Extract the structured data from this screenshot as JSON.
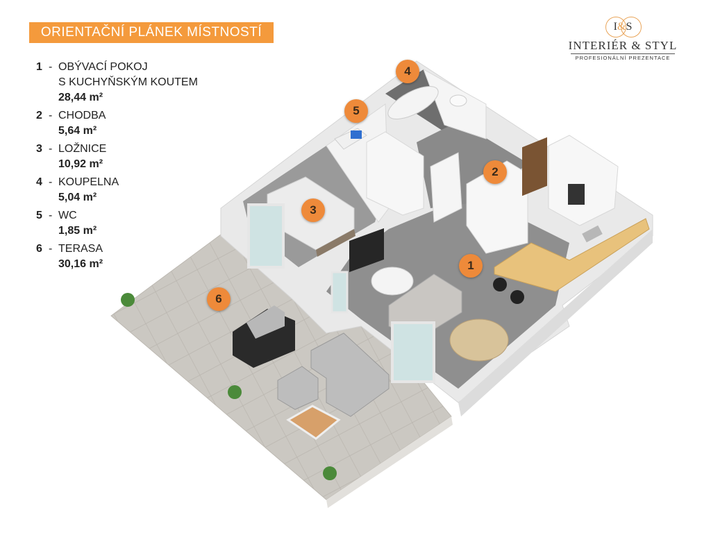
{
  "title": "ORIENTAČNÍ PLÁNEK MÍSTNOSTÍ",
  "logo": {
    "monogram_left": "I",
    "monogram_right": "S",
    "monogram_amp": "&",
    "name": "INTERIÉR & STYL",
    "tagline": "PROFESIONÁLNÍ PREZENTACE"
  },
  "rooms": [
    {
      "number": "1",
      "name": "OBÝVACÍ POKOJ",
      "subname": "S KUCHYŇSKÝM KOUTEM",
      "area": "28,44 m²"
    },
    {
      "number": "2",
      "name": "CHODBA",
      "subname": "",
      "area": "5,64 m²"
    },
    {
      "number": "3",
      "name": "LOŽNICE",
      "subname": "",
      "area": "10,92 m²"
    },
    {
      "number": "4",
      "name": "KOUPELNA",
      "subname": "",
      "area": "5,04 m²"
    },
    {
      "number": "5",
      "name": "WC",
      "subname": "",
      "area": "1,85 m²"
    },
    {
      "number": "6",
      "name": "TERASA",
      "subname": "",
      "area": "30,16 m²"
    }
  ],
  "markers": [
    {
      "label": "4"
    },
    {
      "label": "5"
    },
    {
      "label": "2"
    },
    {
      "label": "3"
    },
    {
      "label": "1"
    },
    {
      "label": "6"
    }
  ],
  "colors": {
    "accent": "#f49a3c",
    "marker": "#ee8a3a",
    "floor": "#8f8f8f",
    "wall": "#e9e9e9",
    "terrace": "#c9c6c0",
    "counter": "#e8c27c"
  }
}
